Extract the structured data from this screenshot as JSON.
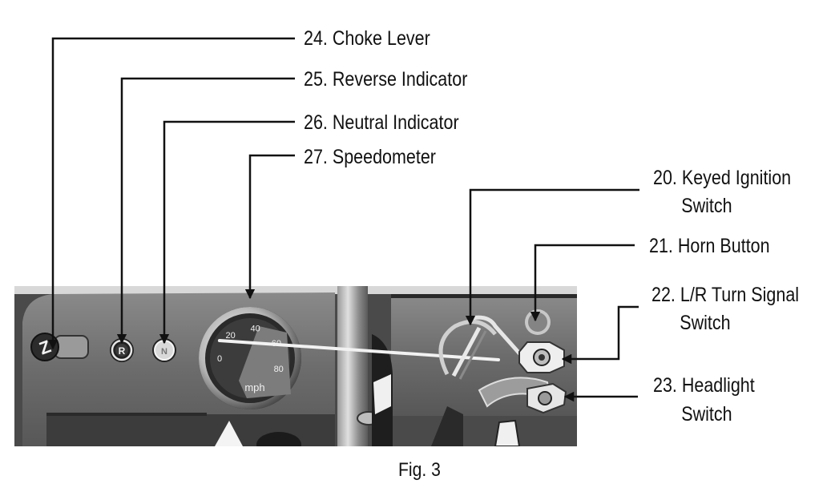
{
  "figure": {
    "caption": "Fig. 3",
    "subject": "dashboard-control-panel-photo"
  },
  "callouts": [
    {
      "number": "24.",
      "text": "Choke Lever",
      "line1": "24. Choke Lever",
      "line2": ""
    },
    {
      "number": "25.",
      "text": "Reverse Indicator",
      "line1": "25. Reverse Indicator",
      "line2": ""
    },
    {
      "number": "26.",
      "text": "Neutral Indicator",
      "line1": "26. Neutral Indicator",
      "line2": ""
    },
    {
      "number": "27.",
      "text": "Speedometer",
      "line1": "27. Speedometer",
      "line2": ""
    },
    {
      "number": "20.",
      "text": "Keyed Ignition Switch",
      "line1": "20. Keyed Ignition",
      "line2": "Switch"
    },
    {
      "number": "21.",
      "text": "Horn Button",
      "line1": "21. Horn Button",
      "line2": ""
    },
    {
      "number": "22.",
      "text": "L/R Turn Signal Switch",
      "line1": "22. L/R Turn Signal",
      "line2": "Switch"
    },
    {
      "number": "23.",
      "text": "Headlight Switch",
      "line1": "23. Headlight",
      "line2": "Switch"
    }
  ],
  "photo_markings": {
    "choke_knob_glyph": "Z",
    "reverse_indicator_glyph": "R",
    "neutral_indicator_glyph": "N",
    "speedometer": {
      "unit": "mph",
      "ticks": [
        "0",
        "20",
        "40",
        "60",
        "80"
      ],
      "reading_mph": 12
    },
    "colors": {
      "line": "#111111",
      "panel": "#6e6e6e",
      "background": "#ffffff"
    }
  }
}
